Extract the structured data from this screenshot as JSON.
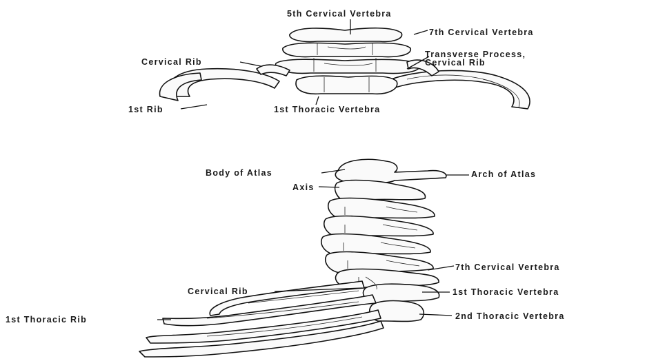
{
  "labels": {
    "top_c5": "5th Cervical Vertebra",
    "top_c7": "7th Cervical Vertebra",
    "top_transverse_1": "Transverse Process,",
    "top_transverse_2": "Cervical Rib",
    "top_cervical_rib": "Cervical Rib",
    "top_first_rib": "1st Rib",
    "top_t1": "1st Thoracic Vertebra",
    "bot_body_atlas": "Body of Atlas",
    "bot_arch_atlas": "Arch of Atlas",
    "bot_axis": "Axis",
    "bot_c7": "7th Cervical Vertebra",
    "bot_cervical_rib": "Cervical Rib",
    "bot_t1": "1st Thoracic Vertebra",
    "bot_first_thoracic_rib": "1st Thoracic Rib",
    "bot_t2": "2nd Thoracic Vertebra"
  }
}
